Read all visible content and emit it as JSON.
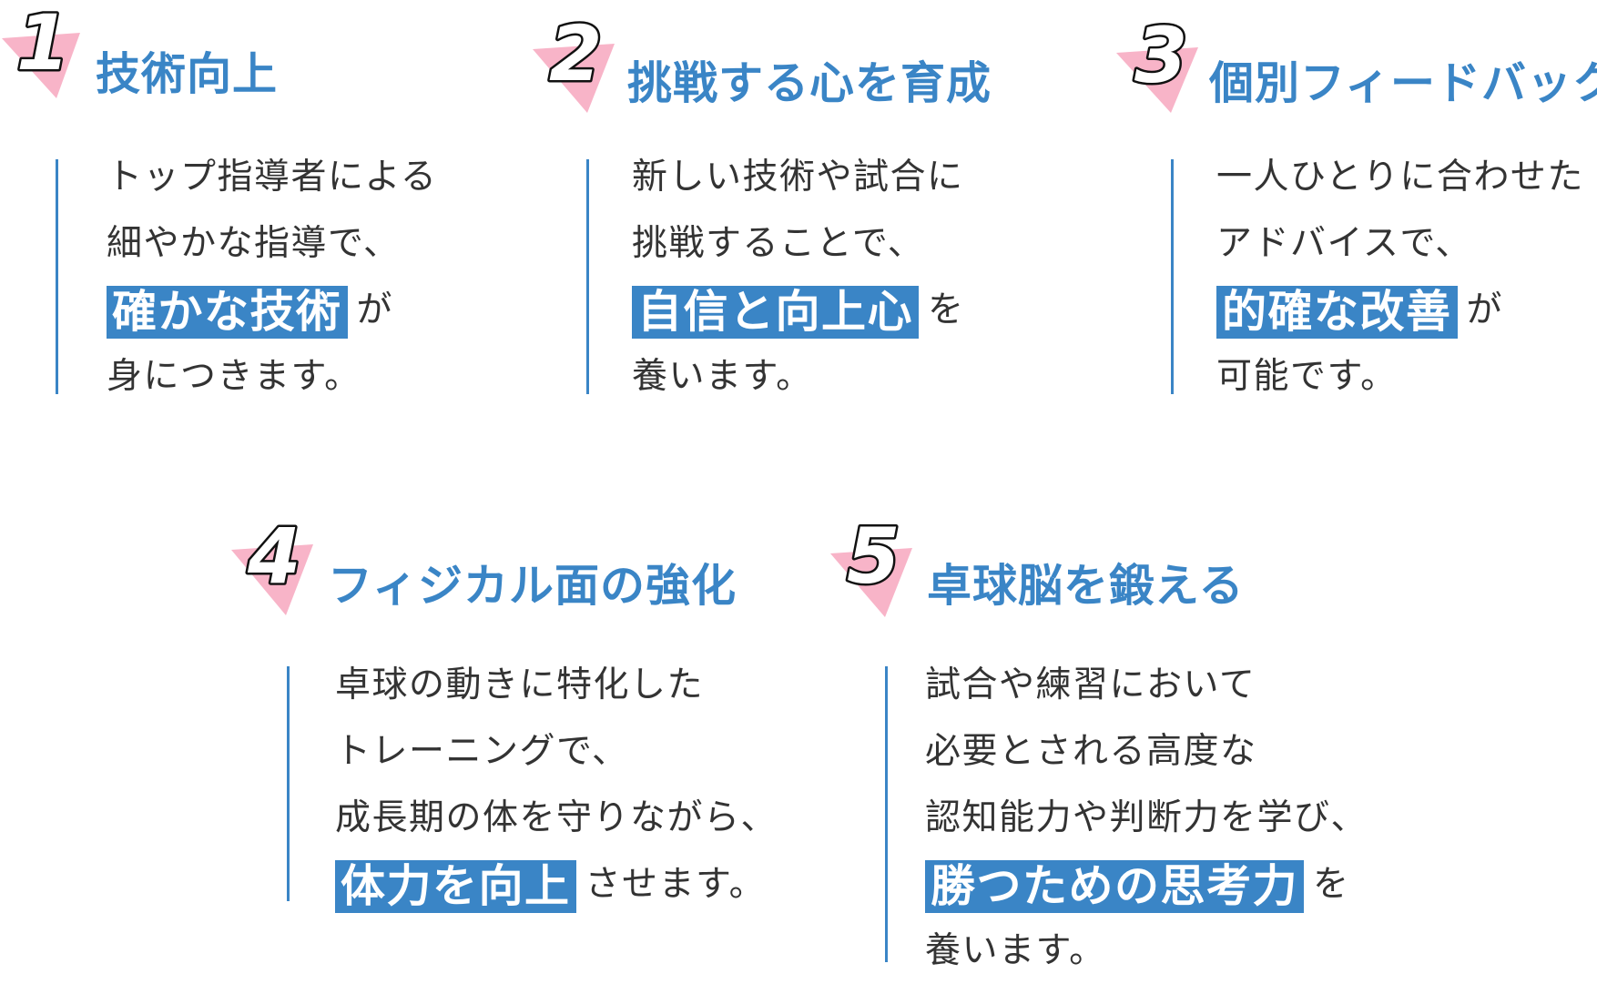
{
  "colors": {
    "accent": "#3a85c6",
    "triangle": "#f8b4c8",
    "text": "#333333"
  },
  "items": [
    {
      "number": "1",
      "title": "技術向上",
      "lines": [
        "トップ指導者による",
        "細やかな指導で、"
      ],
      "highlight": "確かな技術",
      "highlight_suffix": "が",
      "after_lines": [
        "身につきます。"
      ]
    },
    {
      "number": "2",
      "title": "挑戦する心を育成",
      "lines": [
        "新しい技術や試合に",
        "挑戦することで、"
      ],
      "highlight": "自信と向上心",
      "highlight_suffix": "を",
      "after_lines": [
        "養います。"
      ]
    },
    {
      "number": "3",
      "title": "個別フィードバック",
      "lines": [
        "一人ひとりに合わせた",
        "アドバイスで、"
      ],
      "highlight": "的確な改善",
      "highlight_suffix": "が",
      "after_lines": [
        "可能です。"
      ]
    },
    {
      "number": "4",
      "title": "フィジカル面の強化",
      "lines": [
        "卓球の動きに特化した",
        "トレーニングで、",
        "成長期の体を守りながら、"
      ],
      "highlight": "体力を向上",
      "highlight_suffix": "させます。",
      "after_lines": []
    },
    {
      "number": "5",
      "title": "卓球脳を鍛える",
      "lines": [
        "試合や練習において",
        "必要とされる高度な",
        "認知能力や判断力を学び、"
      ],
      "highlight": "勝つための思考力",
      "highlight_suffix": "を",
      "after_lines": [
        "養います。"
      ]
    }
  ]
}
